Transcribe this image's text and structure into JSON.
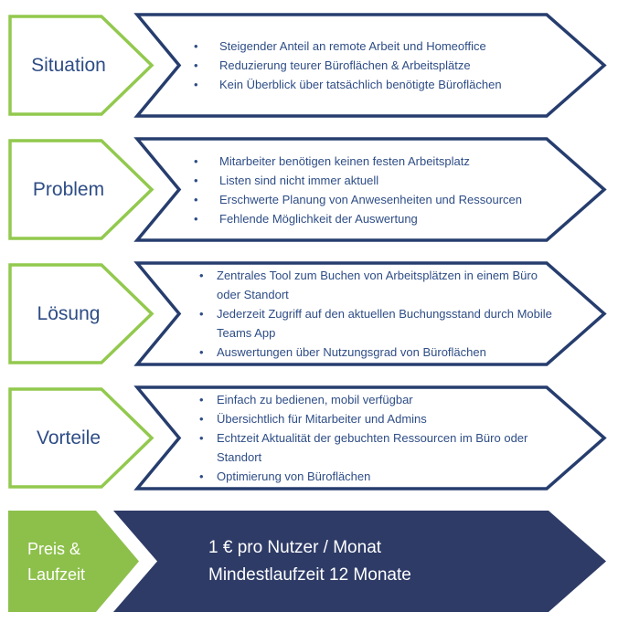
{
  "slide": {
    "colors": {
      "green": "#8dc04b",
      "green_stroke": "#92c94e",
      "navy": "#2e3b67",
      "navy_stroke": "#263d6e",
      "text_navy": "#2e4d86"
    },
    "rows": [
      {
        "label": "Situation",
        "bullets": [
          "Steigender Anteil an remote Arbeit und Homeoffice",
          "Reduzierung teurer Büroflächen & Arbeitsplätze",
          "Kein Überblick über tatsächlich benötigte Büroflächen"
        ]
      },
      {
        "label": "Problem",
        "bullets": [
          "Mitarbeiter benötigen keinen festen Arbeitsplatz",
          "Listen sind nicht immer aktuell",
          "Erschwerte Planung von Anwesenheiten und Ressourcen",
          "Fehlende Möglichkeit der Auswertung"
        ]
      },
      {
        "label": "Lösung",
        "bullets": [
          "Zentrales Tool zum Buchen von Arbeitsplätzen in einem Büro oder Standort",
          "Jederzeit Zugriff auf den aktuellen Buchungsstand durch Mobile Teams App",
          "Auswertungen über Nutzungsgrad von Büroflächen"
        ]
      },
      {
        "label": "Vorteile",
        "bullets": [
          "Einfach zu bedienen, mobil verfügbar",
          "Übersichtlich für Mitarbeiter und Admins",
          "Echtzeit Aktualität der gebuchten Ressourcen im Büro oder Standort",
          "Optimierung von Büroflächen"
        ]
      },
      {
        "label_lines": [
          "Preis &",
          "Laufzeit"
        ],
        "text_lines": [
          "1 € pro Nutzer / Monat",
          "Mindestlaufzeit 12 Monate"
        ]
      }
    ]
  }
}
